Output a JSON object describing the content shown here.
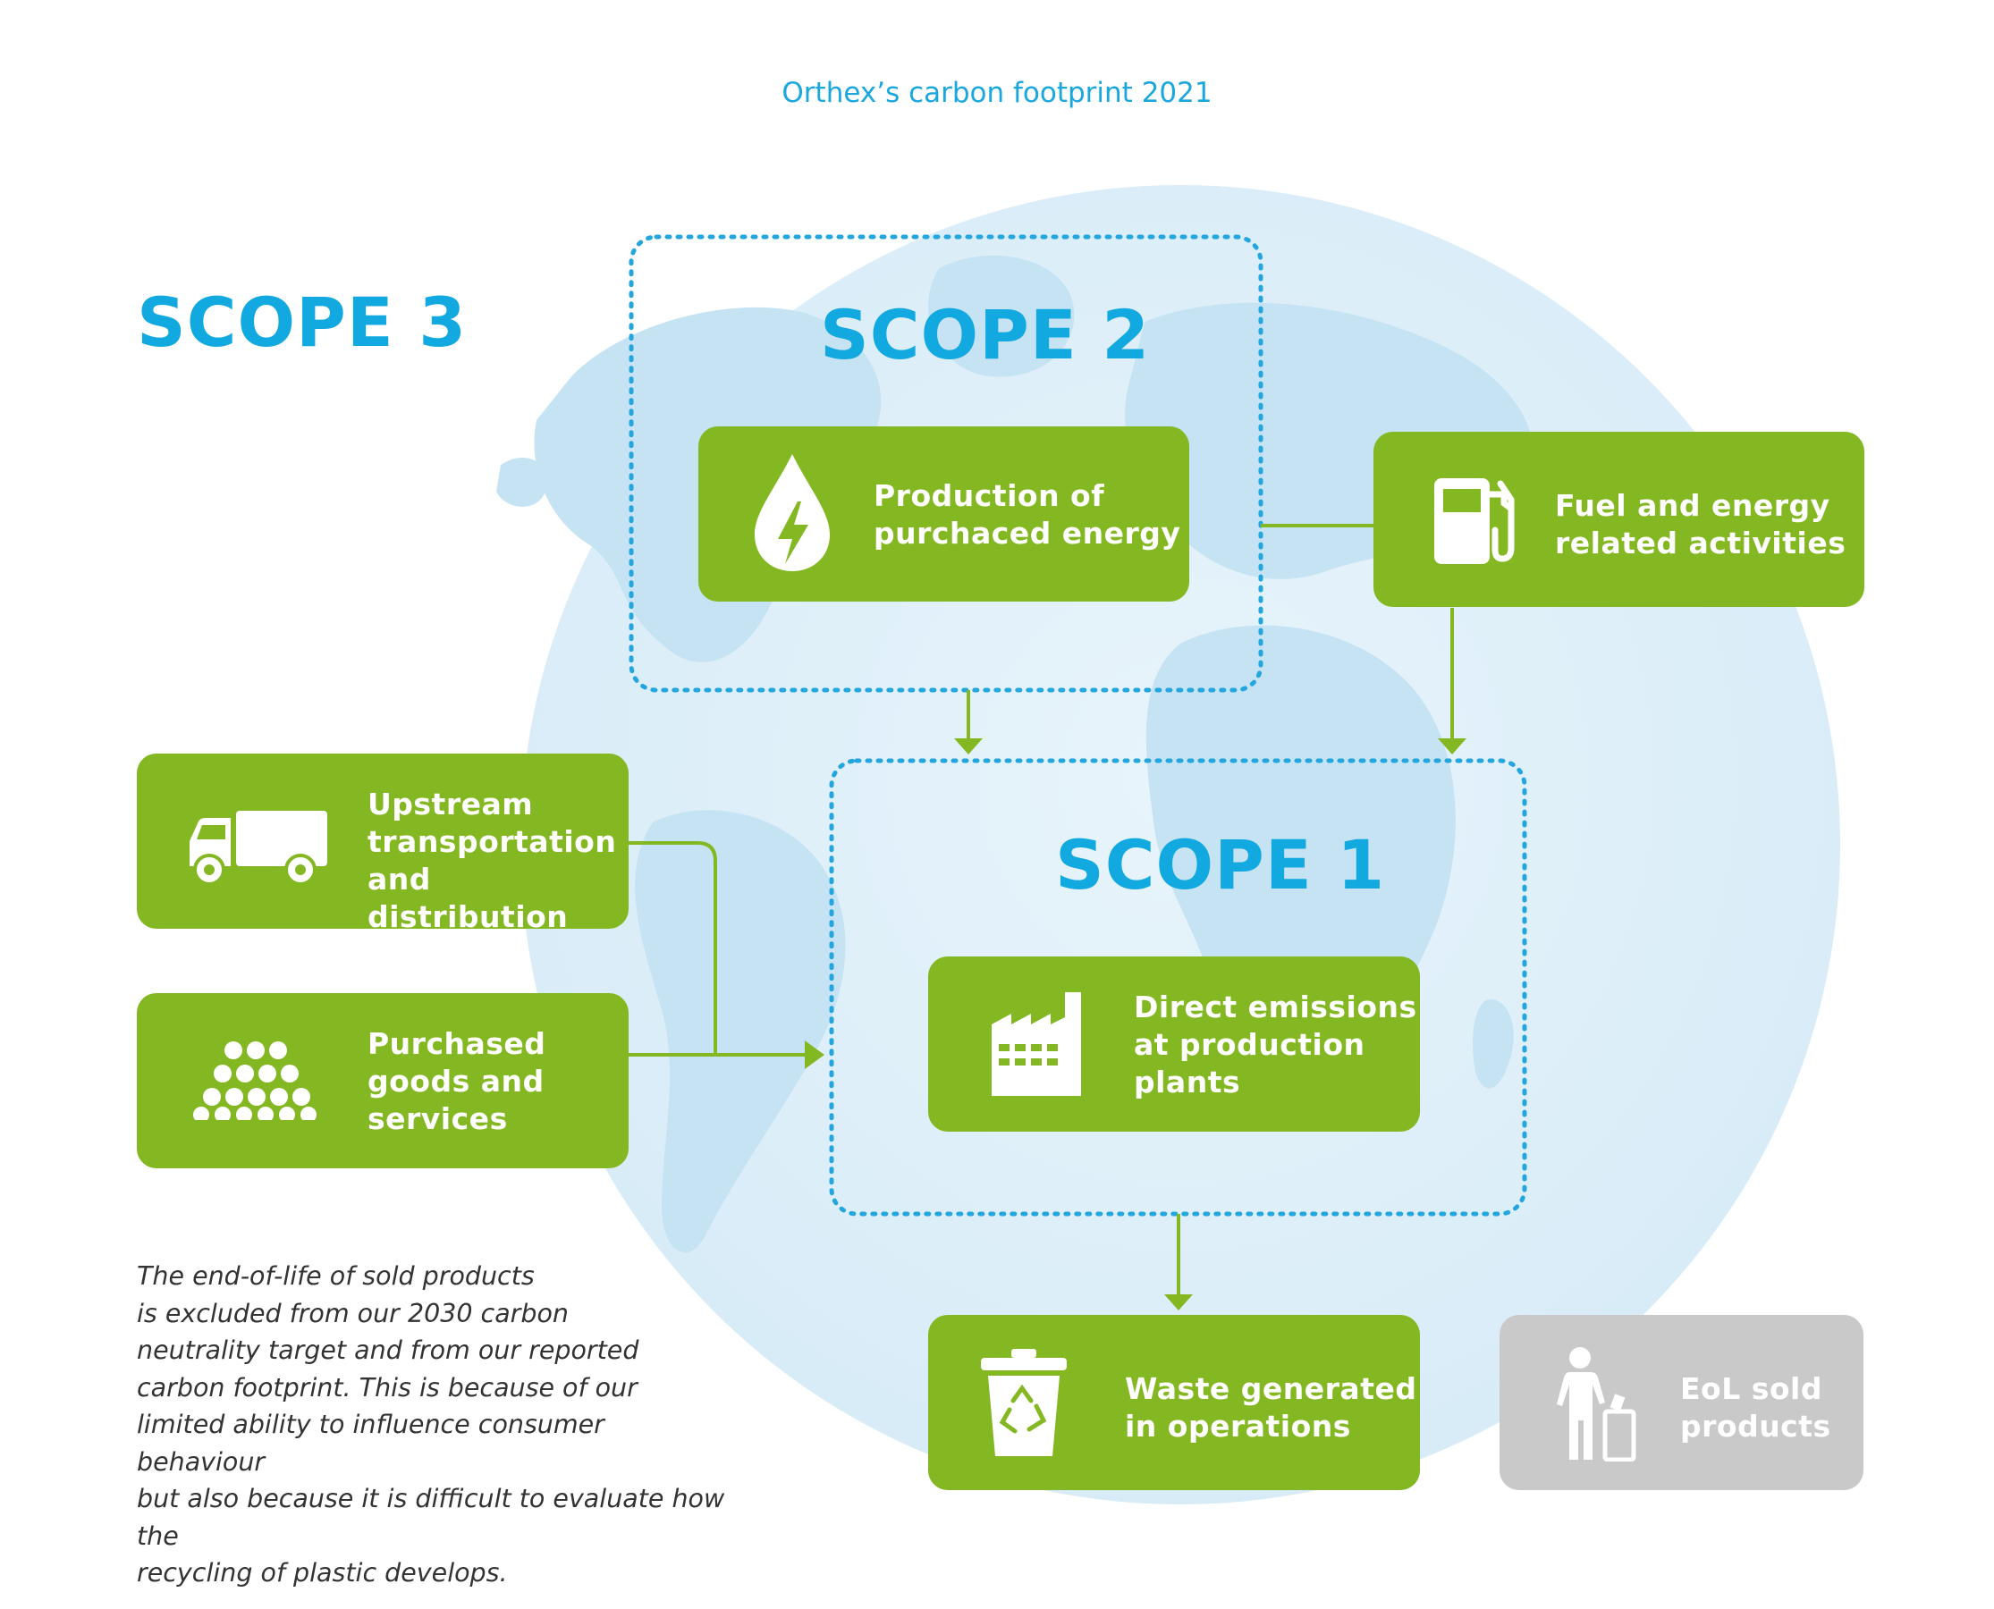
{
  "title": "Orthex’s carbon footprint 2021",
  "scopes": {
    "scope1": "SCOPE 1",
    "scope2": "SCOPE 2",
    "scope3": "SCOPE 3"
  },
  "boxes": {
    "purchased_energy": {
      "line1": "Production of",
      "line2": "purchaced energy",
      "icon": "energy-drop-icon"
    },
    "fuel_energy": {
      "line1": "Fuel and energy",
      "line2": "related activities",
      "icon": "fuel-pump-icon"
    },
    "upstream": {
      "line1": "Upstream",
      "line2": "transportation",
      "line3": "and distribution",
      "icon": "truck-icon"
    },
    "purchased_goods": {
      "line1": "Purchased",
      "line2": "goods and",
      "line3": "services",
      "icon": "goods-pile-icon"
    },
    "direct_emissions": {
      "line1": "Direct emissions",
      "line2": "at production",
      "line3": "plants",
      "icon": "factory-icon"
    },
    "waste": {
      "line1": "Waste generated",
      "line2": "in operations",
      "icon": "recycle-bin-icon"
    },
    "eol": {
      "line1": "EoL sold",
      "line2": "products",
      "icon": "person-disposing-icon"
    }
  },
  "note": {
    "lines": [
      "The end-of-life of sold products",
      "is excluded from our 2030 carbon",
      "neutrality target and from our reported",
      "carbon footprint. This is because of our",
      "limited ability to influence consumer behaviour",
      "but also because it is difficult to evaluate how the",
      "recycling of plastic develops."
    ]
  },
  "colors": {
    "green": "#84b822",
    "blue": "#12a9e0",
    "gray": "#c9c9c9",
    "globe": "#dcedf8",
    "land": "#c3e2f4"
  }
}
